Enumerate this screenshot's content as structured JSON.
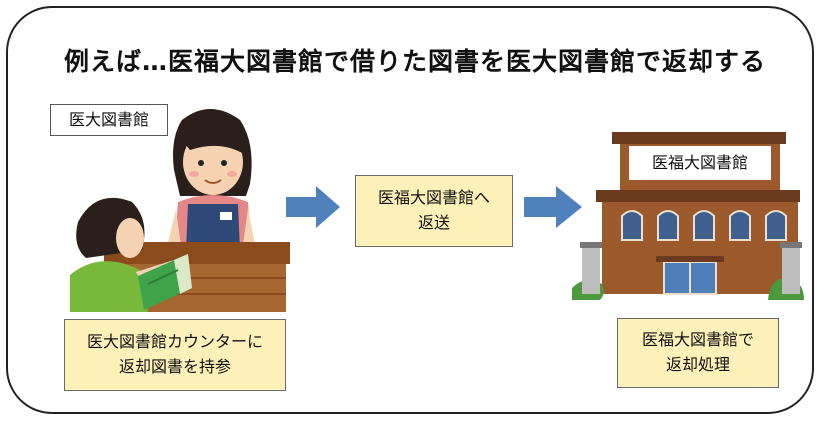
{
  "title": "例えば…医福大図書館で借りた図書を医大図書館で返却する",
  "source_library_label": "医大図書館",
  "counter_step": {
    "line1": "医大図書館カウンターに",
    "line2": "返却図書を持参"
  },
  "shipping_step": {
    "line1": "医福大図書館へ",
    "line2": "返送"
  },
  "destination_library_sign": "医福大図書館",
  "processing_step": {
    "line1": "医福大図書館で",
    "line2": "返却処理"
  },
  "colors": {
    "arrow": "#4f81bd",
    "box_fill": "#fdf0b8",
    "building_brick": "#9c5a2c",
    "shirt_green": "#78b83a",
    "apron_navy": "#2f4a78"
  }
}
